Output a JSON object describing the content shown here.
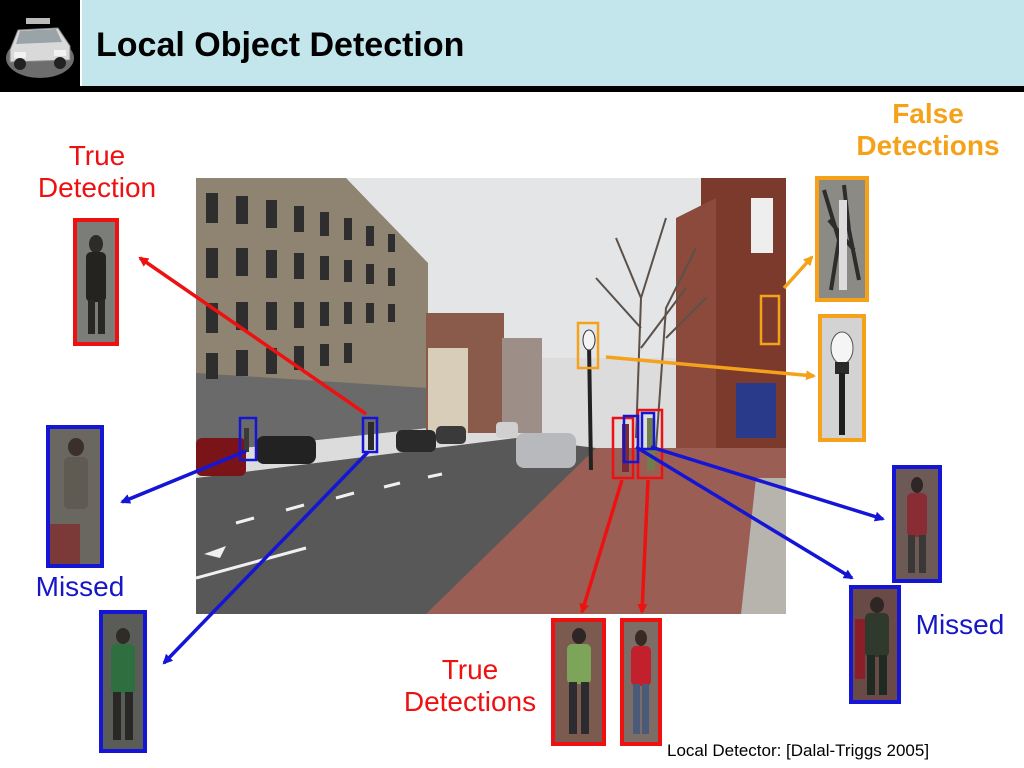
{
  "slide": {
    "title": "Local Object Detection",
    "credit": "Local Detector: [Dalal-Triggs 2005]"
  },
  "labels": {
    "true_detection": [
      "True",
      "Detection"
    ],
    "false_detections": [
      "False",
      "Detections"
    ],
    "missed_left": "Missed",
    "missed_right": "Missed",
    "true_detections": [
      "True",
      "Detections"
    ]
  },
  "colors": {
    "title_bar": "#c2e6ec",
    "true": "#ee1111",
    "missed": "#1515d6",
    "false": "#f5a21a"
  },
  "icons": {
    "logo": "car-icon"
  }
}
